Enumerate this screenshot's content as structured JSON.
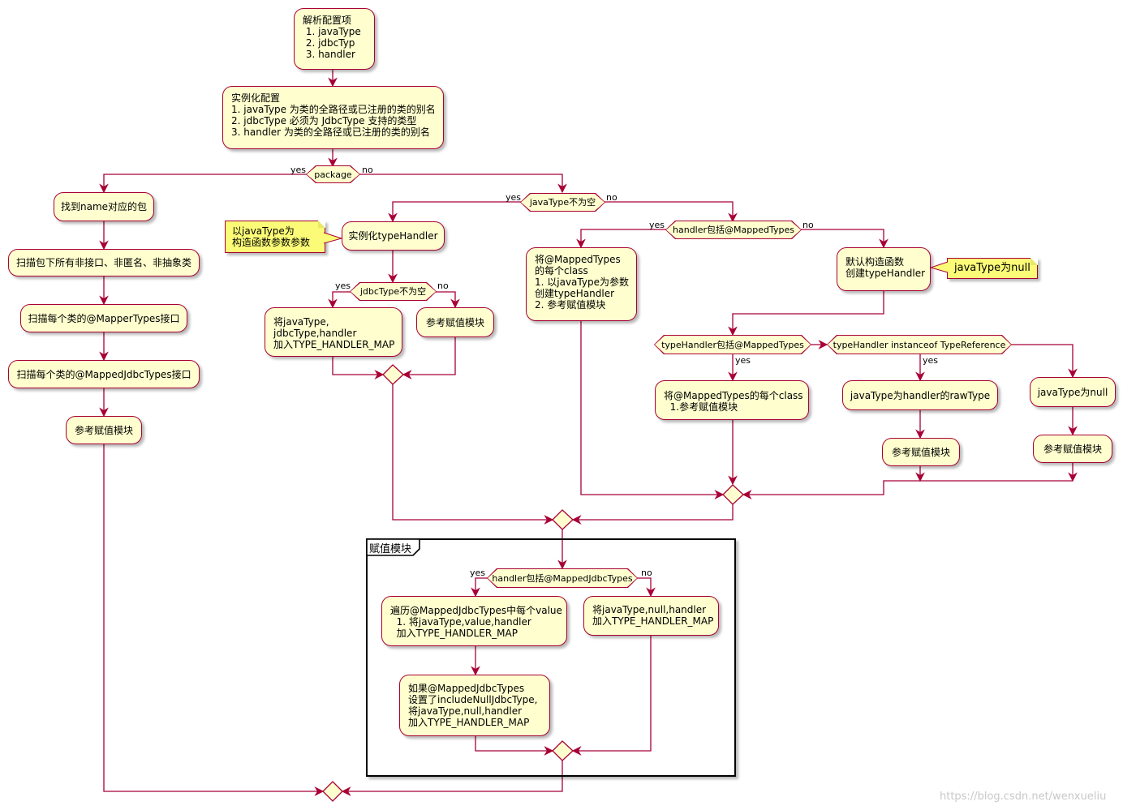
{
  "activities": {
    "parse": "解析配置项\n 1. javaType\n 2. jdbcTyp\n 3. handler",
    "instantiate": "实例化配置\n1. javaType 为类的全路径或已注册的类的别名\n2. jdbcType 必须为 JdbcType 支持的类型\n3. handler 为类的全路径或已注册的类的别名",
    "find_package": "找到name对应的包",
    "scan_classes": "扫描包下所有非接口、非匿名、非抽象类",
    "scan_mapper_types": "扫描每个类的@MapperTypes接口",
    "scan_mapped_jdbc": "扫描每个类的@MappedJdbcTypes接口",
    "ref_assign_left": "参考赋值模块",
    "instantiate_handler": "实例化typeHandler",
    "put_map": "将javaType,\njdbcType,handler\n加入TYPE_HANDLER_MAP",
    "ref_assign_mid": "参考赋值模块",
    "mapped_each": "将@MappedTypes\n的每个class\n1. 以javaType为参数\n创建typeHandler\n2. 参考赋值模块",
    "default_ctor": "默认构造函数\n创建typeHandler",
    "mapped_each_2": "将@MappedTypes的每个class\n  1.参考赋值模块",
    "raw_type": "javaType为handler的rawType",
    "ref_assign_r1": "参考赋值模块",
    "java_null": "javaType为null",
    "ref_assign_r2": "参考赋值模块",
    "iterate_jdbc": "遍历@MappedJdbcTypes中每个value\n  1. 将javaType,value,handler\n  加入TYPE_HANDLER_MAP",
    "put_null_handler": "将javaType,null,handler\n加入TYPE_HANDLER_MAP",
    "include_null": "如果@MappedJdbcTypes\n设置了includeNullJdbcType,\n将javaType,null,handler\n加入TYPE_HANDLER_MAP"
  },
  "notes": {
    "ctor_param": "以javaType为\n构造函数参数参数",
    "java_type_null": "javaType为null"
  },
  "decisions": {
    "package": "package",
    "java_type_not_empty": "javaType不为空",
    "jdbc_type_not_empty": "jdbcType不为空",
    "handler_has_mapped": "handler包括@MappedTypes",
    "type_handler_has_mapped": "typeHandler包括@MappedTypes",
    "instance_of_typeref": "typeHandler instanceof TypeReference",
    "handler_has_mapped_jdbc": "handler包括@MappedJdbcTypes"
  },
  "branch_labels": {
    "yes": "yes",
    "no": "no"
  },
  "frame_title": "赋值模块",
  "watermark": "https://blog.csdn.net/wenxueliu",
  "colors": {
    "activity_fill": "#fefece",
    "border": "#a80036",
    "note_fill": "#fbfb77"
  }
}
